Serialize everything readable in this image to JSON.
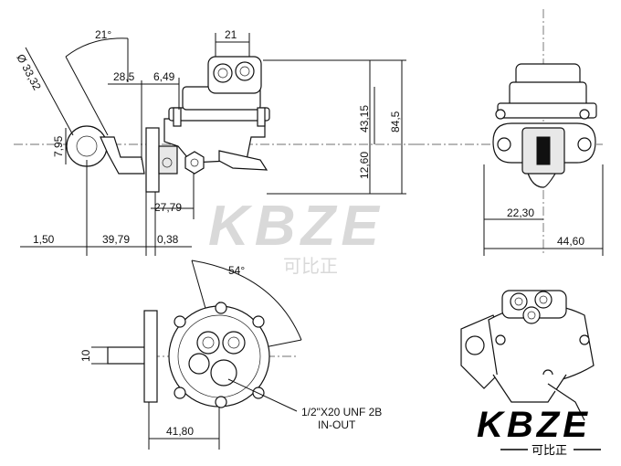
{
  "dimensions": {
    "angle_top": "21°",
    "width_top": "21",
    "diameter": "Ø 33,32",
    "d_28_5": "28,5",
    "d_6_49": "6,49",
    "d_7_95": "7,95",
    "d_43_15": "43,15",
    "d_84_5": "84,5",
    "d_12_60": "12,60",
    "d_27_79": "27,79",
    "d_1_50": "1,50",
    "d_39_79": "39,79",
    "d_0_38": "0,38",
    "d_22_30": "22,30",
    "d_44_60": "44,60",
    "angle_mid": "54°",
    "d_10": "10",
    "d_41_80": "41,80"
  },
  "notes": {
    "thread_line1": "1/2\"X20 UNF 2B",
    "thread_line2": "IN-OUT"
  },
  "watermark": {
    "brand": "KBZE",
    "sub": "可比正"
  },
  "logo": {
    "brand": "KBZE",
    "sub": "可比正"
  }
}
